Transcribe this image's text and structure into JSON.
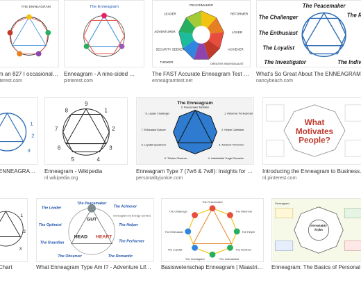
{
  "results": [
    {
      "title": "…m an 827 I occasionally …",
      "source": "pinterest.com"
    },
    {
      "title": "Enneagram - A nine-sided …",
      "source": "pinterest.com"
    },
    {
      "title": "The FAST Accurate Enneagram Test …",
      "source": "enneagramtest.net"
    },
    {
      "title": "What's So Great About The ENNEAGRAM? — …",
      "source": "nancybeach.com"
    },
    {
      "title": "…ENNEAGRAM …",
      "source": ""
    },
    {
      "title": "Enneagram - Wikipedia",
      "source": "nl.wikipedia.org"
    },
    {
      "title": "Enneagram Type 7 (7w6 & 7w8): Insights for EN…",
      "source": "personalityjunkie.com"
    },
    {
      "title": "Introducing the Enneagram to Business – …",
      "source": "nl.pinterest.com"
    },
    {
      "title": "…Chart",
      "source": ""
    },
    {
      "title": "What Enneagram Type Am I? - Adventure Life C…",
      "source": ""
    },
    {
      "title": "Basiswetenschap Enneagram | Maastricht …",
      "source": ""
    },
    {
      "title": "Enneagram: The Basics of Personality …",
      "source": ""
    }
  ],
  "thumb_text": {
    "t1_heading": "The Enneagram",
    "t1_brand": "THE ENNEAGRAM",
    "t2_heading": "The Enneagram",
    "t3": {
      "n9": "PEACEMAKER",
      "n1": "REFORMER",
      "n2": "LOVER",
      "n3": "ACHIEVER",
      "n4": "CREATIVE INDIVIDUALIST",
      "n5": "THINKER",
      "n6": "SECURITY SEEKER",
      "n7": "ADVENTURER",
      "n8": "LEADER"
    },
    "t4": {
      "n9": "The Peacemaker",
      "n1": "The Re…",
      "n8": "The Challenger",
      "n7": "The Enthusiast",
      "n6": "The Loyalist",
      "n5": "The Investigator",
      "n4": "The Individ…"
    },
    "t7": {
      "heading": "The Enneagram",
      "n9": "9. Peacemaker Mediator",
      "n1": "1. Reformer Perfectionist",
      "n2": "2. Helper Caretaker",
      "n3": "3. Achiever Performer",
      "n4": "4. Individualist Tragic Romantic",
      "n5": "5. Thinker Observer",
      "n6": "6. Loyalist Questioner",
      "n7": "7. Enthusiast Epicure",
      "n8": "8. Leader Challenger"
    },
    "t8": {
      "heading": "What Motivates People?"
    },
    "t10": {
      "n9": "The Peacemaker",
      "n1": "The Achiever",
      "n2": "The Helper",
      "n3": "The Performer",
      "n4": "The Romantic",
      "n5": "The Observer",
      "n6": "The Guardian",
      "n7": "The Optimist",
      "n8": "The Leader",
      "gut": "GUT",
      "head": "HEAD",
      "heart": "HEART",
      "side_note": "Enneagram by Energy Centers"
    },
    "t11": {
      "n9": "The Peacemaker",
      "n1": "The Reformer",
      "n2": "The Helper",
      "n3": "The Achiever",
      "n4": "The Individualist",
      "n5": "The Investigator",
      "n6": "The Loyalist",
      "n7": "The Enthusiast",
      "n8": "The Challenger"
    },
    "t12": {
      "heading": "Enneagram",
      "center": "Personality Styles"
    }
  },
  "colors": {
    "caption": "#333333",
    "source": "#666666",
    "border": "#e6e6e6"
  }
}
